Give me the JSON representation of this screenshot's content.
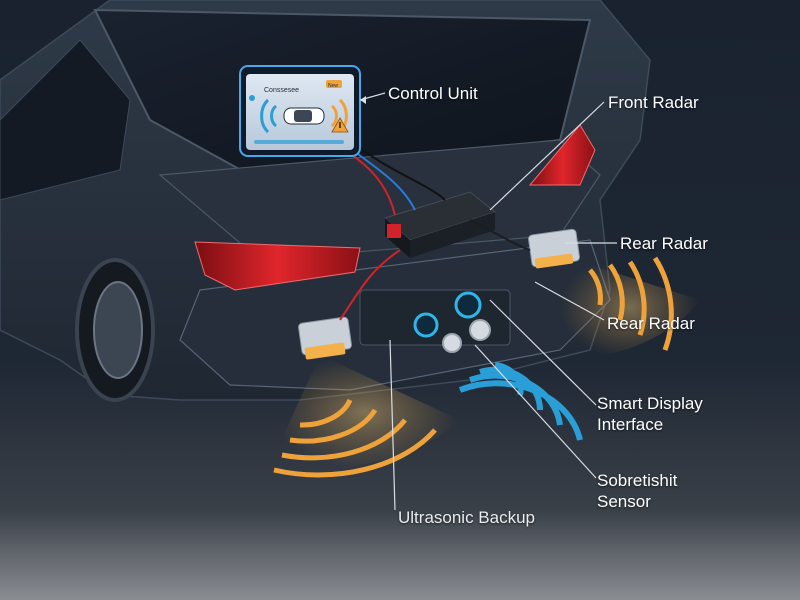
{
  "labels": {
    "control_unit": "Control Unit",
    "front_radar": "Front Radar",
    "rear_radar_upper": "Rear Radar",
    "rear_radar_lower": "Rear Radar",
    "smart_display_line1": "Smart Display",
    "smart_display_line2": "Interface",
    "sobretishit_line1": "Sobretishit",
    "sobretishit_line2": "Sensor",
    "ultrasonic_backup": "Ultrasonic Backup"
  },
  "display_screen": {
    "title": "Conssesee",
    "badge": "New"
  },
  "colors": {
    "radar_orange": "#f0a23a",
    "sensor_blue": "#2a9ed6",
    "body_paint": "#2b3441",
    "taillight_red": "#d2232a",
    "screen_glow": "#4aa8e8"
  },
  "icons": [
    "warning-icon",
    "car-icon",
    "wifi-icon",
    "bluetooth-icon"
  ]
}
